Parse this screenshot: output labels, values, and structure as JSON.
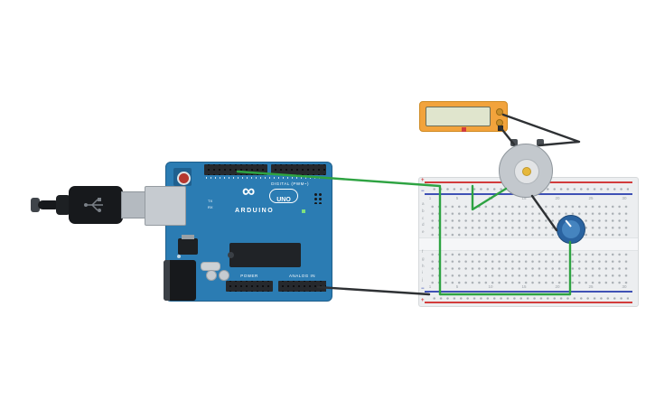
{
  "scene": {
    "background": "#ffffff"
  },
  "arduino": {
    "digital_label": "DIGITAL (PWM~)",
    "brand": "ARDUINO",
    "model": "UNO",
    "logo": "∞",
    "power_label": "POWER",
    "analog_label": "ANALOG IN",
    "tx_label": "TX",
    "rx_label": "RX"
  },
  "breadboard": {
    "column_labels": [
      "1",
      "5",
      "10",
      "15",
      "20",
      "25",
      "30"
    ],
    "top_row_labels": [
      "a",
      "b",
      "c",
      "d",
      "e"
    ],
    "bottom_row_labels": [
      "f",
      "g",
      "h",
      "i",
      "j"
    ],
    "plus": "+",
    "minus": "−"
  },
  "multimeter": {
    "display_value": ""
  },
  "colors": {
    "wire_green": "#2ea342",
    "wire_dark": "#2e3134",
    "board_blue": "#2b7cb3",
    "meter_orange": "#f2a33c",
    "rail_red": "#d23c3c",
    "rail_blue": "#3f51b5"
  }
}
